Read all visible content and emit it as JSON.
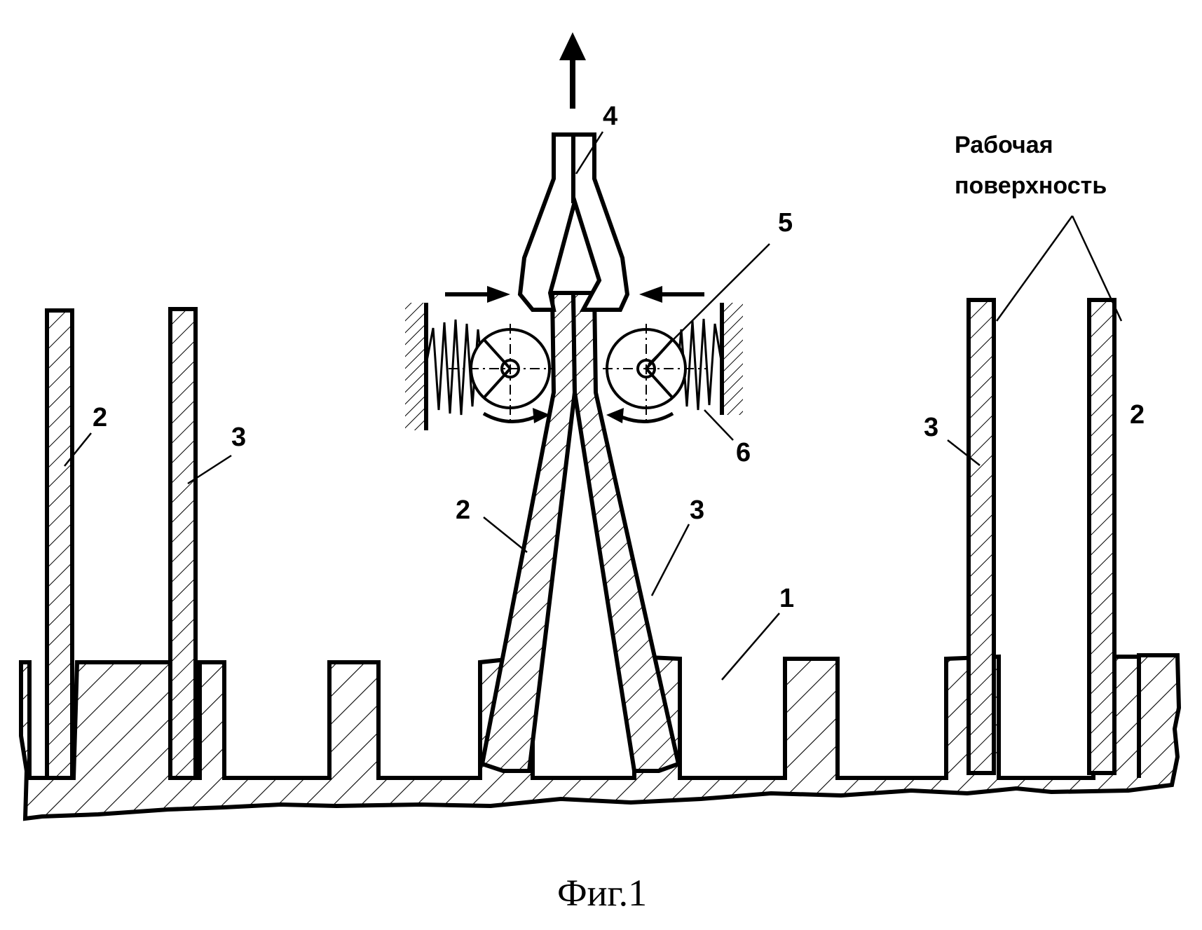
{
  "figure": {
    "caption": "Фиг.1",
    "labels": {
      "base": "1",
      "wire2": "2",
      "wire3": "3",
      "clamp": "4",
      "roller": "5",
      "spring": "6"
    },
    "annotation_line1": "Рабочая",
    "annotation_line2": "поверхность"
  }
}
